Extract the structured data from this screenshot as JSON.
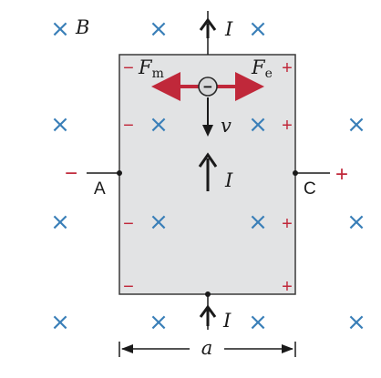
{
  "field": {
    "label": "B",
    "symbol": "×",
    "color": "#3a7fb8",
    "rows": [
      [
        "",
        "",
        "×",
        "×",
        ""
      ],
      [
        "×",
        "×",
        "×",
        "×",
        "×"
      ],
      [
        "×",
        "×",
        "×",
        "×",
        "×"
      ],
      [
        "×",
        "×",
        "×",
        "×",
        "×"
      ]
    ]
  },
  "conductor": {
    "fill_color": "#e2e3e4",
    "edge_color": "#3a3a3a",
    "left_terminal": "A",
    "right_terminal": "C",
    "left_terminal_sign": "−",
    "right_terminal_sign": "+"
  },
  "charges": {
    "left_signs": [
      "−",
      "−",
      "−",
      "−"
    ],
    "right_signs": [
      "+",
      "+",
      "+",
      "+"
    ],
    "color": "#c0283a",
    "electron_symbol": "−"
  },
  "forces": {
    "magnetic_label": "F",
    "magnetic_subscript": "m",
    "electric_label": "F",
    "electric_subscript": "e",
    "arrow_color": "#c0283a"
  },
  "velocity": {
    "label": "v"
  },
  "current": {
    "label": "I"
  },
  "dimension": {
    "label": "a"
  }
}
